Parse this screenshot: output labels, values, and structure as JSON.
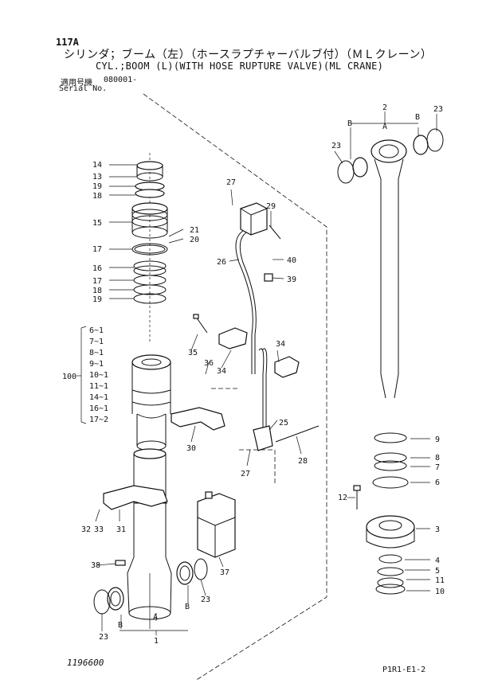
{
  "header": {
    "page_number": "117A",
    "title_ja": "シリンダ；ブーム（左）（ホースラプチャーバルブ付）（ＭＬクレーン）",
    "title_en": "CYL.;BOOM (L)(WITH HOSE RUPTURE VALVE)(ML CRANE)",
    "serial_label_ja": "適用号機",
    "serial_value": "080001-",
    "serial_label_en": "Serial No."
  },
  "footer": {
    "drawing_number": "1196600",
    "page_code": "P1R1-E1-2"
  },
  "labels": {
    "l14": "14",
    "l13": "13",
    "l19a": "19",
    "l18a": "18",
    "l15": "15",
    "l21": "21",
    "l20": "20",
    "l17a": "17",
    "l16": "16",
    "l17b": "17",
    "l18b": "18",
    "l19b": "19",
    "l27a": "27",
    "l29": "29",
    "l26": "26",
    "l40": "40",
    "l39": "39",
    "l35": "35",
    "l36": "36",
    "l34a": "34",
    "l34b": "34",
    "l25": "25",
    "l30": "30",
    "l27b": "27",
    "l28": "28",
    "l31": "31",
    "l32": "32",
    "l33": "33",
    "l37": "37",
    "l38": "38",
    "l23a": "23",
    "l23b": "23",
    "l23c": "23",
    "l23d": "23",
    "l1": "1",
    "l2": "2",
    "lA1": "A",
    "lB1": "B",
    "lB2": "B",
    "lA2": "A",
    "lB3": "B",
    "lB4": "B",
    "l9": "9",
    "l8": "8",
    "l7": "7",
    "l6": "6",
    "l12": "12",
    "l3": "3",
    "l4": "4",
    "l5": "5",
    "l11": "11",
    "l10": "10"
  },
  "kit": {
    "number": "100",
    "items": [
      "6~1",
      "7~1",
      "8~1",
      "9~1",
      "10~1",
      "11~1",
      "14~1",
      "16~1",
      "17~2"
    ]
  }
}
